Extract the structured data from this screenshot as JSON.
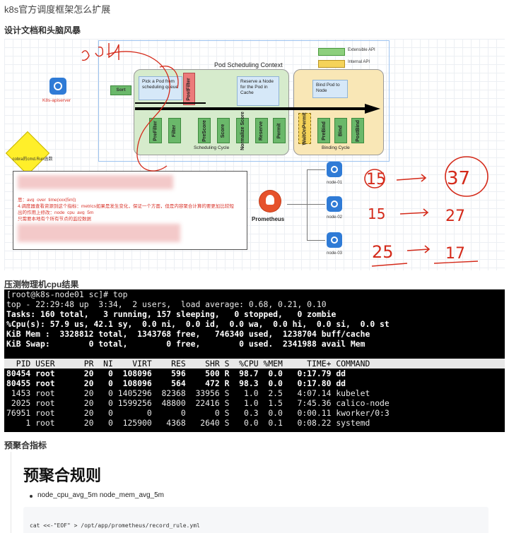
{
  "page": {
    "top_title": "k8s官方调度框架怎么扩展",
    "section1": "设计文档和头脑风暴",
    "section2": "压测物理机cpu结果",
    "section3": "预聚合指标"
  },
  "diagram": {
    "legend": {
      "extensible": "Extensible API",
      "internal": "Internal API"
    },
    "context_title": "Pod Scheduling Context",
    "sort": "Sort",
    "callouts": {
      "pick": "Pick a Pod from scheduling queue",
      "reserve": "Reserve a Node for the Pod in Cache",
      "bind": "Bind Pod to Node"
    },
    "postfilter": "PostFilter",
    "steps_scheduling": [
      "PreFilter",
      "Filter",
      "PreScore",
      "Score",
      "Normalize Score",
      "Reserve",
      "Permit"
    ],
    "steps_binding": [
      "WaitOnPermit",
      "PreBind",
      "Bind",
      "PostBind"
    ],
    "scheduling_cycle": "Scheduling Cycle",
    "binding_cycle": "Binding Cycle",
    "apiserver": "K8s-apiserver",
    "cobra": "cobra的cmd.Run函数",
    "note_lines": [
      "思：avg_over_time(xxx[5m])",
      "4.调度器查看资源到这个指标：metrics如果是发生变化，保证一个方面，但是内容聚合计算的要更加比较短",
      "出的作用上修改：node_cpu_avg_5m",
      "只需要本地有个所有节点的监控数据"
    ],
    "prometheus": "Prometheus",
    "nodes": [
      "node-01",
      "node-02",
      "node-03"
    ],
    "hand_values": [
      "15",
      "37",
      "15",
      "27",
      "25",
      "17"
    ]
  },
  "terminal": {
    "prompt": "[root@k8s-node01 sc]# top",
    "summary": [
      "top - 22:29:48 up  3:34,  2 users,  load average: 0.68, 0.21, 0.10",
      "Tasks: 160 total,   3 running, 157 sleeping,   0 stopped,   0 zombie",
      "%Cpu(s): 57.9 us, 42.1 sy,  0.0 ni,  0.0 id,  0.0 wa,  0.0 hi,  0.0 si,  0.0 st",
      "KiB Mem :  3328812 total,  1343768 free,   746340 used,  1238704 buff/cache",
      "KiB Swap:        0 total,        0 free,        0 used.  2341988 avail Mem"
    ],
    "header": "  PID USER      PR  NI    VIRT    RES    SHR S  %CPU %MEM     TIME+ COMMAND",
    "rows": [
      "80454 root      20   0  108096    596    500 R  98.7  0.0   0:17.79 dd",
      "80455 root      20   0  108096    564    472 R  98.3  0.0   0:17.80 dd",
      " 1453 root      20   0 1405296  82368  33956 S   1.0  2.5   4:07.14 kubelet",
      " 2025 root      20   0 1599256  48800  22416 S   1.0  1.5   7:45.36 calico-node",
      "76951 root      20   0       0      0      0 S   0.3  0.0   0:00.11 kworker/0:3",
      "    1 root      20   0  125900   4368   2640 S   0.0  0.1   0:08.22 systemd"
    ]
  },
  "doc": {
    "heading": "预聚合规则",
    "bullet": "node_cpu_avg_5m node_mem_avg_5m",
    "code": "cat <<-\"EOF\" > /opt/app/prometheus/record_rule.yml"
  }
}
